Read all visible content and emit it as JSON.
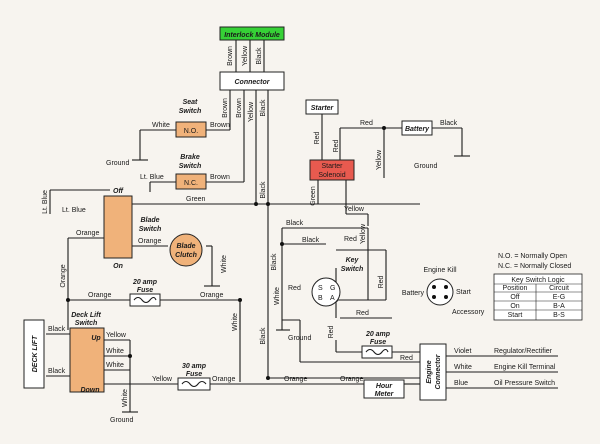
{
  "components": {
    "interlock_module": "Interlock Module",
    "connector": "Connector",
    "seat_switch": [
      "Seat",
      "Switch"
    ],
    "seat_switch_contact": "N.O.",
    "brake_switch": [
      "Brake",
      "Switch"
    ],
    "brake_switch_contact": "N.C.",
    "blade_switch": [
      "Blade",
      "Switch"
    ],
    "blade_switch_off": "Off",
    "blade_switch_on": "On",
    "blade_clutch": [
      "Blade",
      "Clutch"
    ],
    "starter": "Starter",
    "starter_solenoid": [
      "Starter",
      "Solenoid"
    ],
    "battery": "Battery",
    "key_switch": [
      "Key",
      "Switch"
    ],
    "deck_lift": "DECK LIFT",
    "deck_lift_switch": [
      "Deck Lift",
      "Switch"
    ],
    "deck_up": "Up",
    "deck_down": "Down",
    "fuse_20_a": [
      "20 amp",
      "Fuse"
    ],
    "fuse_30": [
      "30 amp",
      "Fuse"
    ],
    "fuse_20_b": [
      "20 amp",
      "Fuse"
    ],
    "hour_meter": [
      "Hour",
      "Meter"
    ],
    "engine_connector": [
      "Engine",
      "Connector"
    ]
  },
  "grounds": [
    "Ground",
    "Ground",
    "Ground",
    "Ground"
  ],
  "wire_labels": {
    "module_brown": "Brown",
    "module_yellow": "Yellow",
    "module_black": "Black",
    "conn_brown_1": "Brown",
    "conn_brown_2": "Brown",
    "conn_yellow": "Yellow",
    "conn_black": "Black",
    "seat_white": "White",
    "seat_brown": "Brown",
    "brake_lt_blue": "Lt. Blue",
    "brake_brown": "Brown",
    "lt_blue_vert": "Lt. Blue",
    "lt_blue_off": "Lt. Blue",
    "green_top": "Green",
    "orange_left": "Orange",
    "orange_clutch": "Orange",
    "clutch_white": "White",
    "black_top_key": "Black",
    "black_vert_1": "Black",
    "black_vert_2": "Black",
    "black_key_2": "Black",
    "red_key": "Red",
    "red_key_2": "Red",
    "red_starter": "Red",
    "red_battery": "Red",
    "red_solenoid": "Red",
    "battery_black": "Black",
    "green_solenoid": "Green",
    "yellow_solenoid": "Yellow",
    "yellow_solenoid_2": "Yellow",
    "yellow_key": "Yellow",
    "red_fuse": "Red",
    "orange_vert": "Orange",
    "orange_fuse": "Orange",
    "orange_fuse_r": "Orange",
    "white_key": "White",
    "white_mid": "White",
    "red_mid_1": "Red",
    "red_mid_2": "Red",
    "red_hour": "Red",
    "deck_black_1": "Black",
    "deck_black_2": "Black",
    "deck_yellow": "Yellow",
    "deck_white_1": "White",
    "deck_white_2": "White",
    "deck_yellow_2": "Yellow",
    "fuse30_orange": "Orange",
    "orange_bottom": "Orange",
    "orange_hour": "Orange",
    "white_vert": "White",
    "black_vert_3": "Black",
    "violet": "Violet",
    "white_right": "White",
    "blue_right": "Blue"
  },
  "engine_outputs": [
    "Regulator/Rectifier",
    "Engine Kill Terminal",
    "Oil Pressure Switch"
  ],
  "key_terminal_labels": {
    "engine_kill": "Engine Kill",
    "battery": "Battery",
    "start": "Start",
    "accessory": "Accessory",
    "pins": [
      "S",
      "G",
      "B",
      "A"
    ]
  },
  "legend": {
    "no": "N.O. = Normally Open",
    "nc": "N.C. = Normally Closed"
  },
  "key_logic": {
    "title": "Key Switch Logic",
    "headers": [
      "Position",
      "Circuit"
    ],
    "rows": [
      [
        "Off",
        "E-G"
      ],
      [
        "On",
        "B-A"
      ],
      [
        "Start",
        "B-S"
      ]
    ]
  }
}
